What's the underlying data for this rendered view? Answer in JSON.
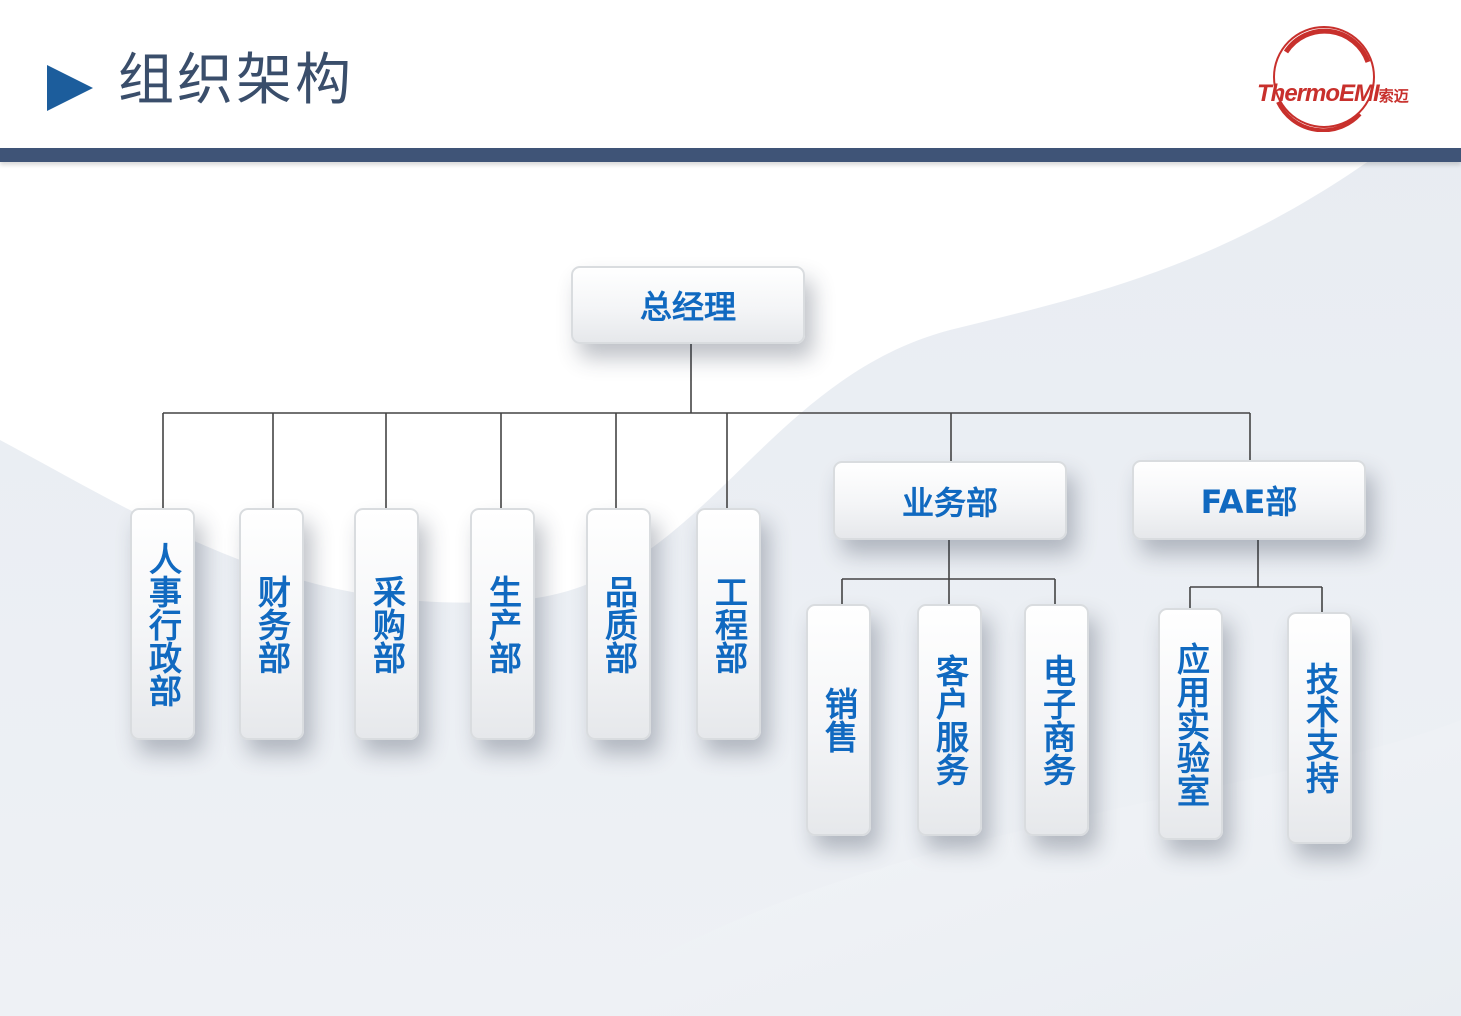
{
  "slide": {
    "title": "组织架构",
    "title_icon": "play-triangle-icon",
    "logo": {
      "text": "ThermoEMI",
      "cn": "索迈",
      "color": "#c8302c"
    },
    "colors": {
      "node_text": "#1069c0",
      "header_bar": "#3f5477",
      "title_text": "#3a4e6b",
      "arrow": "#1c5d9c"
    }
  },
  "org": {
    "root": "总经理",
    "departments": [
      "人事行政部",
      "财务部",
      "采购部",
      "生产部",
      "品质部",
      "工程部"
    ],
    "business": {
      "label": "业务部",
      "children": [
        "销售",
        "客户服务",
        "电子商务"
      ]
    },
    "fae": {
      "label": "FAE部",
      "children": [
        "应用实验室",
        "技术支持"
      ]
    }
  }
}
